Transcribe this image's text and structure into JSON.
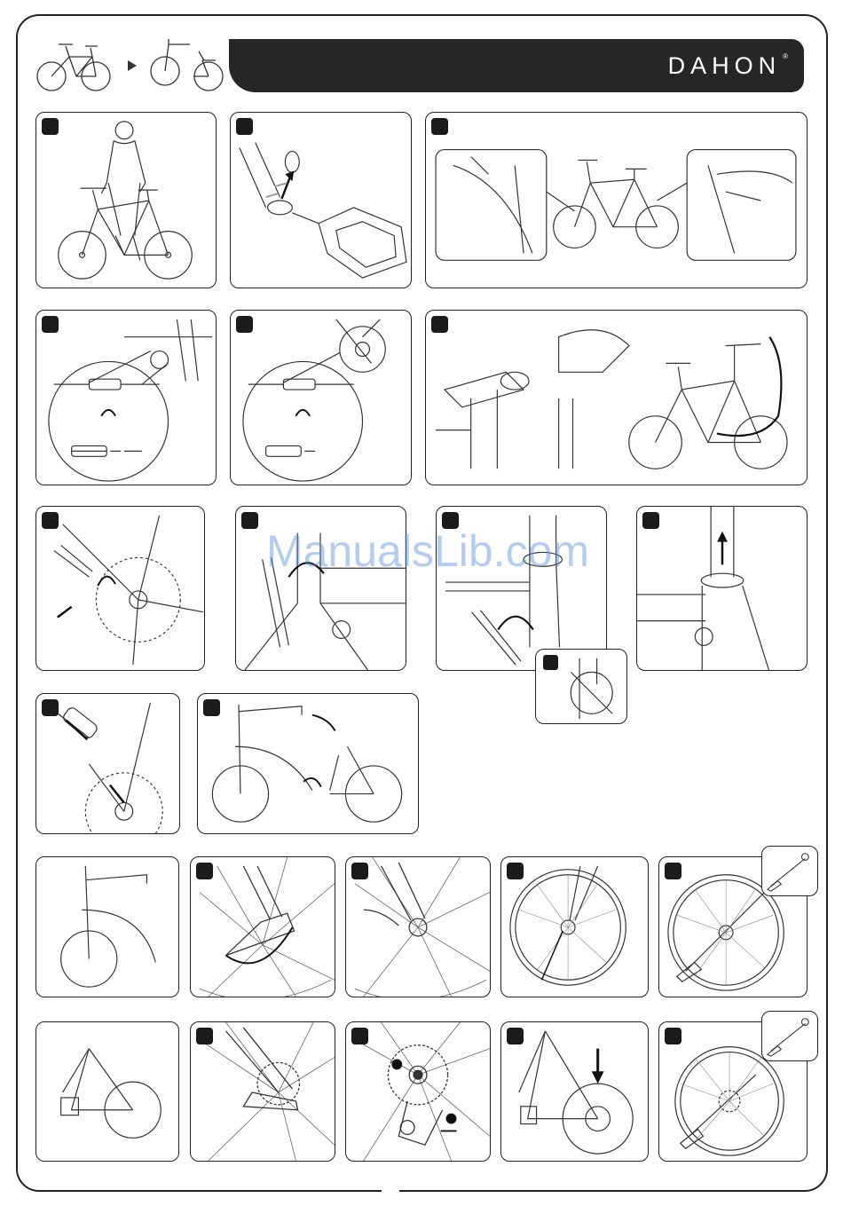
{
  "header": {
    "brand": "DAHON",
    "brand_mark": "®"
  },
  "watermark": {
    "text": "ManualsLib.com"
  },
  "panels": [
    {
      "id": "p1",
      "badge": "",
      "icon": "person-with-bike"
    },
    {
      "id": "p2",
      "badge": "",
      "icon": "pedal-removal"
    },
    {
      "id": "p3",
      "badge": "",
      "icon": "brake-release"
    },
    {
      "id": "p4",
      "badge": "",
      "icon": "cable-disconnect-top"
    },
    {
      "id": "p5",
      "badge": "",
      "icon": "cable-disconnect-bottom"
    },
    {
      "id": "p6",
      "badge": "",
      "icon": "handlebar-fold"
    },
    {
      "id": "p7",
      "badge": "",
      "icon": "crank-bolt"
    },
    {
      "id": "p8",
      "badge": "",
      "icon": "head-tube-hinge"
    },
    {
      "id": "p9",
      "badge": "",
      "icon": "seat-clamp"
    },
    {
      "id": "p10",
      "badge": "",
      "icon": "seatpost-lift"
    },
    {
      "id": "p11",
      "badge": "",
      "icon": "frame-separate"
    },
    {
      "id": "p12",
      "badge": "",
      "icon": "bike-split"
    },
    {
      "id": "p13",
      "badge": "",
      "icon": "front-half"
    },
    {
      "id": "p14",
      "badge": "",
      "icon": "quick-release-open"
    },
    {
      "id": "p15",
      "badge": "",
      "icon": "axle-nut"
    },
    {
      "id": "p16",
      "badge": "",
      "icon": "wheel-remove"
    },
    {
      "id": "p17",
      "badge": "",
      "icon": "skewer-remove"
    },
    {
      "id": "p18",
      "badge": "",
      "icon": "rear-half"
    },
    {
      "id": "p19",
      "badge": "",
      "icon": "chain-sprocket"
    },
    {
      "id": "p20",
      "badge": "",
      "icon": "derailleur"
    },
    {
      "id": "p21",
      "badge": "",
      "icon": "rear-wheel-drop"
    },
    {
      "id": "p22",
      "badge": "",
      "icon": "rear-skewer"
    }
  ]
}
